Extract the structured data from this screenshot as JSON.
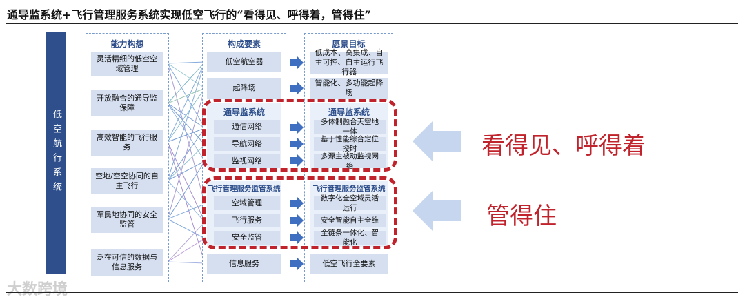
{
  "title": "通导监系统+飞行管理服务系统实现低空飞行的“看得见、呼得着，管得住”",
  "side_label": "低空航行系统",
  "capability": {
    "header": "能力构想",
    "items": [
      "灵活精细的低空空域管理",
      "开放融合的通导监保障",
      "高效智能的飞行服务",
      "空地/空空协同的自主飞行",
      "军民地协同的安全监管",
      "泛在可信的数据与信息服务"
    ]
  },
  "elements": {
    "header": "构成要素",
    "top_items": [
      "低空航空器",
      "起降场"
    ],
    "cns_title": "通导监系统",
    "cns_items": [
      "通信网络",
      "导航网络",
      "监视网络"
    ],
    "fms_title": "飞行管理服务监管系统",
    "fms_items": [
      "空域管理",
      "飞行服务",
      "安全监管"
    ],
    "bottom_item": "信息服务"
  },
  "goals": {
    "header": "愿景目标",
    "top_items": [
      "低成本、高集成、自主可控、自主运行飞行器",
      "智能化、多功能起降场"
    ],
    "cns_title": "通导监系统",
    "cns_items": [
      "多体制融合天空地一体",
      "基于性能综合定位授时",
      "多源主被动监视网络"
    ],
    "fms_title": "飞行管理服务监管系统",
    "fms_items": [
      "数字化全空域灵活运行",
      "安全智能自主全维",
      "全链条一体化、智能化"
    ],
    "bottom_item": "低空飞行全要素"
  },
  "callouts": [
    "看得见、呼得着",
    "管得住"
  ],
  "watermark": "大数跨境",
  "colors": {
    "navy": "#2e4f8c",
    "box": "#d5dff0",
    "red": "#c0232b",
    "arrow": "#3f6fc0",
    "bigarrow": "#c5d6ee"
  }
}
